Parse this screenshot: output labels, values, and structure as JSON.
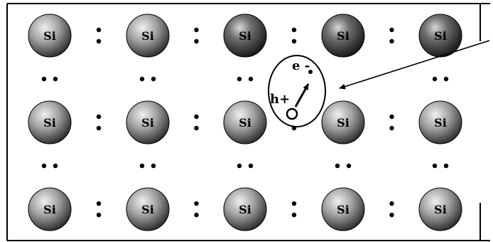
{
  "diagram": {
    "atom_symbol": "Si",
    "rows": 3,
    "columns": 5,
    "electron_label": "e -",
    "hole_label": "h+",
    "colors": {
      "atom_light": "#efefef",
      "atom_mid": "#8a8a8a",
      "atom_dark": "#1e1e1e",
      "outline": "#000000"
    }
  }
}
